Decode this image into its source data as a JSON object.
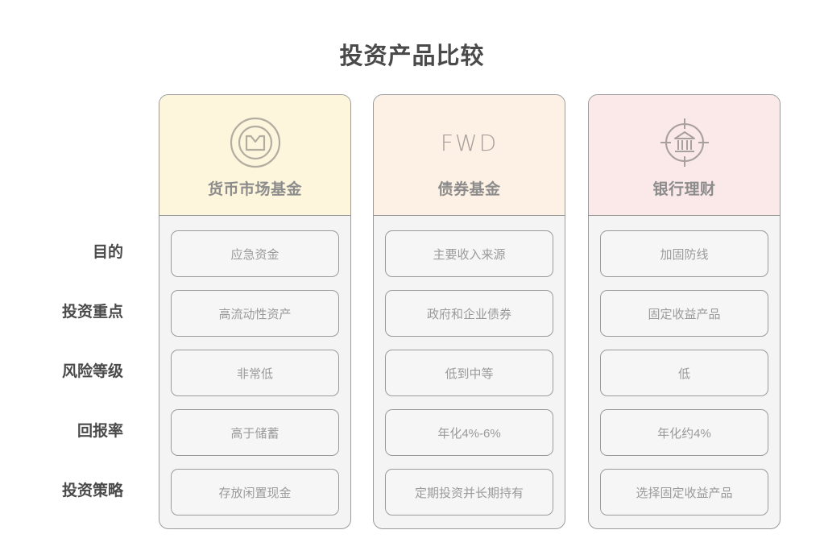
{
  "page": {
    "title": "投资产品比较",
    "background": "#ffffff",
    "title_color": "#4a4a4a"
  },
  "row_labels": [
    "目的",
    "投资重点",
    "风险等级",
    "回报率",
    "投资策略"
  ],
  "columns": [
    {
      "title": "货币市场基金",
      "logo_type": "icon",
      "logo_icon": "money-market-m-circle-icon",
      "logo_text": "",
      "header_color": "#fdf6dc",
      "cells": [
        "应急资金",
        "高流动性资产",
        "非常低",
        "高于储蓄",
        "存放闲置现金"
      ]
    },
    {
      "title": "债券基金",
      "logo_type": "text",
      "logo_icon": "fwd-wordmark-logo",
      "logo_text": "FWD",
      "header_color": "#fdf0e4",
      "cells": [
        "主要收入来源",
        "政府和企业债券",
        "低到中等",
        "年化4%-6%",
        "定期投资并长期持有"
      ]
    },
    {
      "title": "银行理财",
      "logo_type": "icon",
      "logo_icon": "bank-target-icon",
      "logo_text": "",
      "header_color": "#fbe8e8",
      "cells": [
        "加固防线",
        "固定收益产品",
        "低",
        "年化约4%",
        "选择固定收益产品"
      ]
    }
  ],
  "style": {
    "card_border": "#9b9b9b",
    "card_body_bg": "#f4f4f4",
    "cell_bg": "#f6f6f6",
    "cell_text": "#9a9a9a",
    "card_title_text": "#8c8c8c",
    "icon_stroke": "#a8a09c"
  }
}
